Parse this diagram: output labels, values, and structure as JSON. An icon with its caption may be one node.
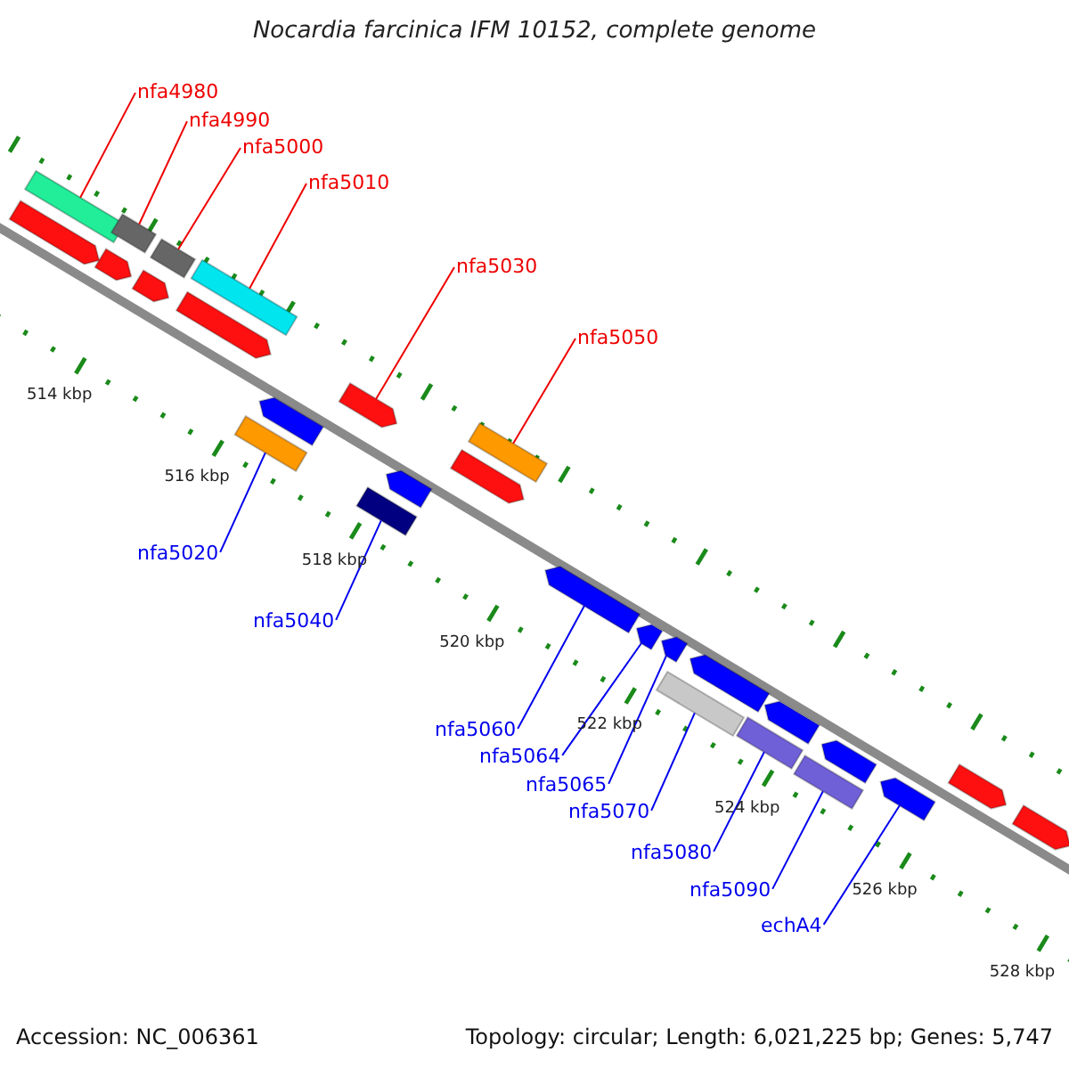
{
  "diagram": {
    "title": "Nocardia farcinica IFM 10152, complete genome",
    "nodes": [
      {
        "text": [
          "nfa4980"
        ]
      },
      {
        "text": [
          "nfa4990"
        ]
      },
      {
        "text": [
          "nfa5000"
        ]
      },
      {
        "text": [
          "nfa5010"
        ]
      },
      {
        "text": [
          "nfa5030"
        ]
      },
      {
        "text": [
          "nfa5050"
        ]
      },
      {
        "text": [
          "nfa5020"
        ]
      },
      {
        "text": [
          "nfa5040"
        ]
      },
      {
        "text": [
          "nfa5060"
        ]
      },
      {
        "text": [
          "nfa5064"
        ]
      },
      {
        "text": [
          "nfa5065"
        ]
      },
      {
        "text": [
          "nfa5070"
        ]
      },
      {
        "text": [
          "nfa5080"
        ]
      },
      {
        "text": [
          "nfa5090"
        ]
      },
      {
        "text": [
          "echA4"
        ]
      },
      {
        "text": [],
        "shape": "bar"
      },
      {
        "text": [],
        "shape": "bar"
      },
      {
        "text": [],
        "shape": "bar"
      },
      {
        "text": [],
        "shape": "bar"
      },
      {
        "text": [],
        "shape": "arrow"
      },
      {
        "text": [],
        "shape": "bar"
      },
      {
        "text": [],
        "shape": "bar"
      },
      {
        "text": [],
        "shape": "bar"
      },
      {
        "text": [],
        "shape": "arrow"
      },
      {
        "text": [],
        "shape": "arrow"
      },
      {
        "text": [],
        "shape": "arrow"
      },
      {
        "text": [],
        "shape": "bar"
      },
      {
        "text": [],
        "shape": "bar"
      },
      {
        "text": [],
        "shape": "bar"
      },
      {
        "text": [],
        "shape": "arrow"
      },
      {
        "text": [],
        "shape": "arrow"
      },
      {
        "text": [],
        "shape": "arrow"
      },
      {
        "text": [],
        "shape": "arrow"
      },
      {
        "text": [],
        "shape": "arrow"
      },
      {
        "text": [],
        "shape": "arrow"
      },
      {
        "text": [],
        "shape": "arrow"
      },
      {
        "text": [],
        "shape": "arrow"
      },
      {
        "text": [],
        "shape": "arrow"
      },
      {
        "text": [],
        "shape": "arrow"
      },
      {
        "text": [],
        "shape": "arrow"
      },
      {
        "text": [],
        "shape": "arrow"
      },
      {
        "text": [],
        "shape": "arrow"
      }
    ],
    "edges": [
      {
        "from": 0,
        "to": 15,
        "arrow": "none",
        "color": "#ee0000"
      },
      {
        "from": 1,
        "to": 16,
        "arrow": "none",
        "color": "#ee0000"
      },
      {
        "from": 2,
        "to": 17,
        "arrow": "none",
        "color": "#ee0000"
      },
      {
        "from": 3,
        "to": 18,
        "arrow": "none",
        "color": "#ee0000"
      },
      {
        "from": 4,
        "to": 19,
        "arrow": "none",
        "color": "#ee0000"
      },
      {
        "from": 5,
        "to": 20,
        "arrow": "none",
        "color": "#ee0000"
      },
      {
        "from": 6,
        "to": 21,
        "arrow": "none"
      },
      {
        "from": 7,
        "to": 22,
        "arrow": "none"
      },
      {
        "from": 8,
        "to": 23,
        "arrow": "none"
      },
      {
        "from": 9,
        "to": 24,
        "arrow": "none"
      },
      {
        "from": 10,
        "to": 25,
        "arrow": "none"
      },
      {
        "from": 11,
        "to": 26,
        "arrow": "none"
      },
      {
        "from": 12,
        "to": 27,
        "arrow": "none"
      },
      {
        "from": 13,
        "to": 28,
        "arrow": "none"
      },
      {
        "from": 14,
        "to": 29,
        "arrow": "none"
      }
    ],
    "labels": [
      "514 kbp",
      "516 kbp",
      "518 kbp",
      "520 kbp",
      "522 kbp",
      "524 kbp",
      "526 kbp",
      "528 kbp",
      "Accession: NC_006361",
      "Topology: circular; Length: 6,021,225 bp; Genes: 5,747"
    ]
  }
}
